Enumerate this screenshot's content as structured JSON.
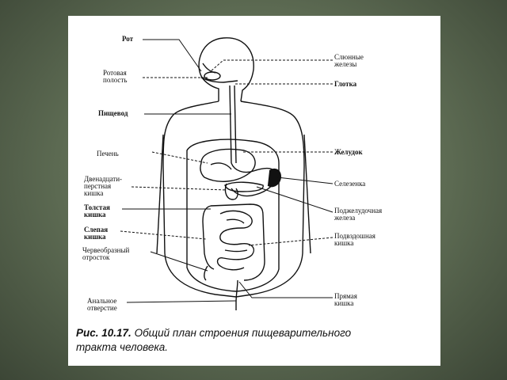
{
  "labels": {
    "mouth": "Рот",
    "oral_cavity": "Ротовая\nполость",
    "esophagus": "Пищевод",
    "liver": "Печень",
    "duodenum": "Двенадцати-\nперстная\nкишка",
    "colon": "Толстая\nкишка",
    "cecum": "Слепая\nкишка",
    "appendix": "Червеобразный\nотросток",
    "anus": "Анальное\nотверстие",
    "salivary_glands": "Слюнные\nжелезы",
    "pharynx": "Глотка",
    "stomach": "Желудок",
    "spleen": "Селезенка",
    "pancreas": "Поджелудочная\nжелеза",
    "ileum": "Подвздошная\nкишка",
    "rectum": "Прямая\nкишка"
  },
  "caption": {
    "number": "Рис. 10.17.",
    "line1": "Общий план строения пищеварительного",
    "line2": "тракта человека."
  }
}
